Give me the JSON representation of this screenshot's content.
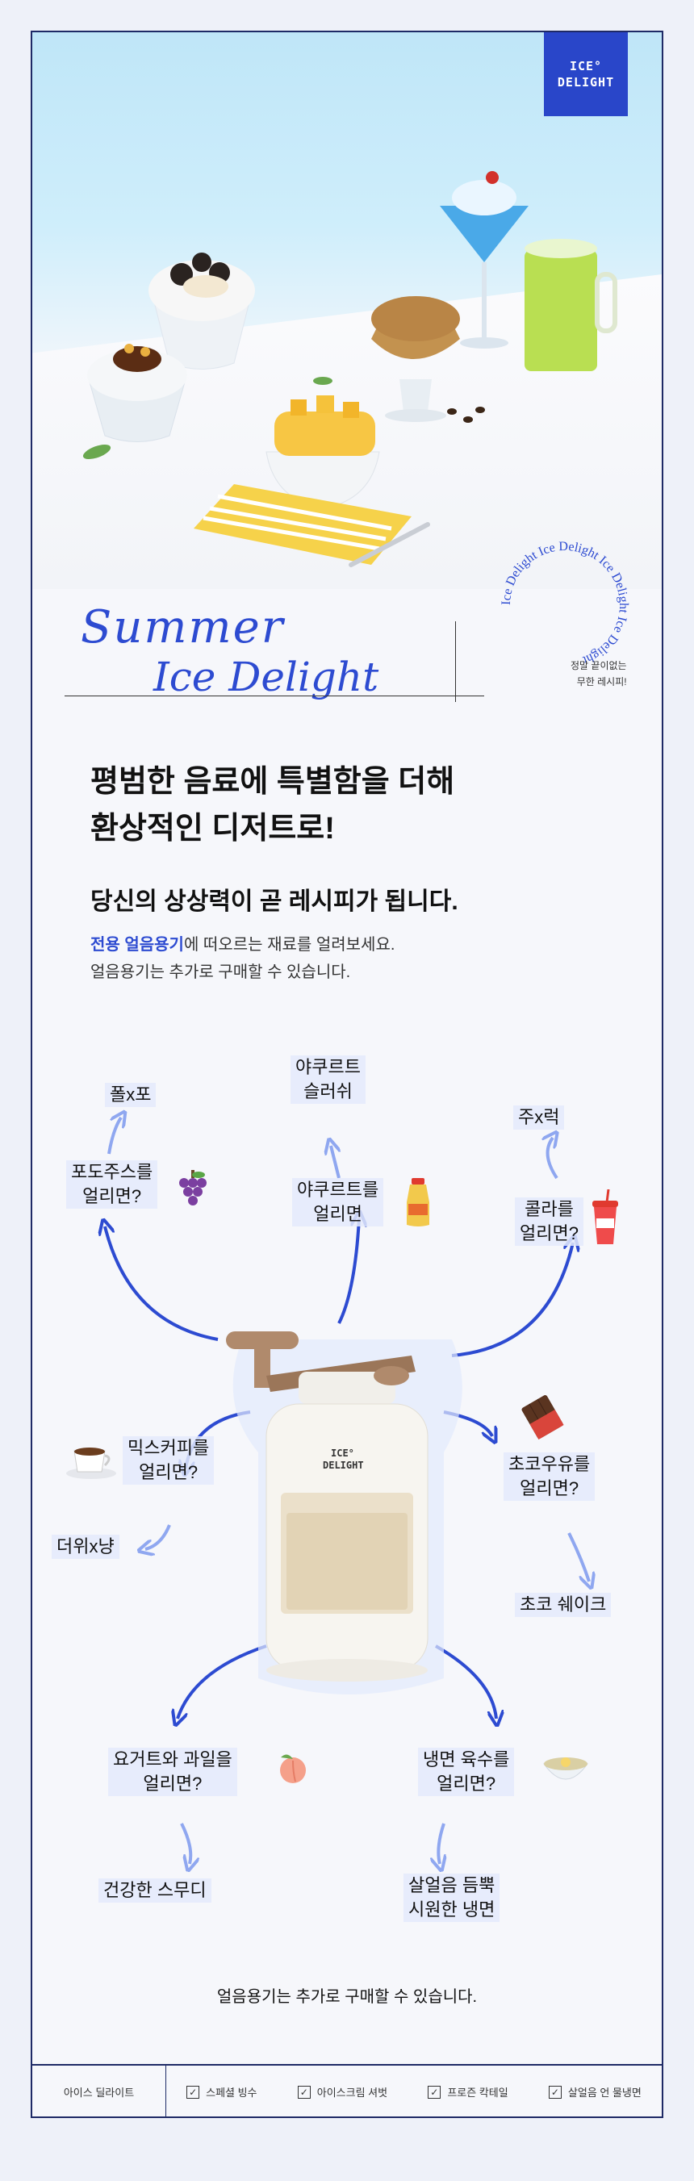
{
  "brand": {
    "logo_line1": "ICE°",
    "logo_line2": "DELIGHT"
  },
  "hero": {
    "ring_text": "Ice Delight Ice Delight Ice Delight Ice Delight ",
    "script_line1": "Summer",
    "script_line2": "Ice Delight",
    "tagline_line1": "정말 끝이없는",
    "tagline_line2": "무한 레시피!"
  },
  "intro": {
    "headline_line1": "평범한 음료에 특별함을 더해",
    "headline_line2": "환상적인 디저트로!",
    "subheadline": "당신의 상상력이 곧 레시피가 됩니다.",
    "body_highlight": "전용 얼음용기",
    "body_rest": "에 떠오르는 재료를 얼려보세요.",
    "body_line2": "얼음용기는 추가로 구매할 수 있습니다."
  },
  "recipes": {
    "grape_result": "폴x포",
    "grape_q1": "포도주스를",
    "grape_q2": "얼리면?",
    "yakult_result1": "야쿠르트",
    "yakult_result2": "슬러쉬",
    "yakult_q1": "야쿠르트를",
    "yakult_q2": "얼리면",
    "cola_result": "주x럭",
    "cola_q1": "콜라를",
    "cola_q2": "얼리면?",
    "coffee_q1": "믹스커피를",
    "coffee_q2": "얼리면?",
    "coffee_result": "더위x냥",
    "choco_q1": "초코우유를",
    "choco_q2": "얼리면?",
    "choco_result": "초코 쉐이크",
    "yogurt_q1": "요거트와 과일을",
    "yogurt_q2": "얼리면?",
    "yogurt_result": "건강한 스무디",
    "naeng_q1": "냉면 육수를",
    "naeng_q2": "얼리면?",
    "naeng_result1": "살얼음 듬뿍",
    "naeng_result2": "시원한 냉면"
  },
  "machine": {
    "logo_line1": "ICE°",
    "logo_line2": "DELIGHT"
  },
  "bottom_note": "얼음용기는 추가로 구매할 수 있습니다.",
  "footer": {
    "brand": "아이스 딜라이트",
    "items": [
      "스페셜 빙수",
      "아이스크림 셔벗",
      "프로즌 칵테일",
      "살얼음 언 물냉면"
    ]
  },
  "colors": {
    "accent": "#2d4bd1",
    "navy": "#1e2a66",
    "logo_bg": "#2946c9"
  }
}
